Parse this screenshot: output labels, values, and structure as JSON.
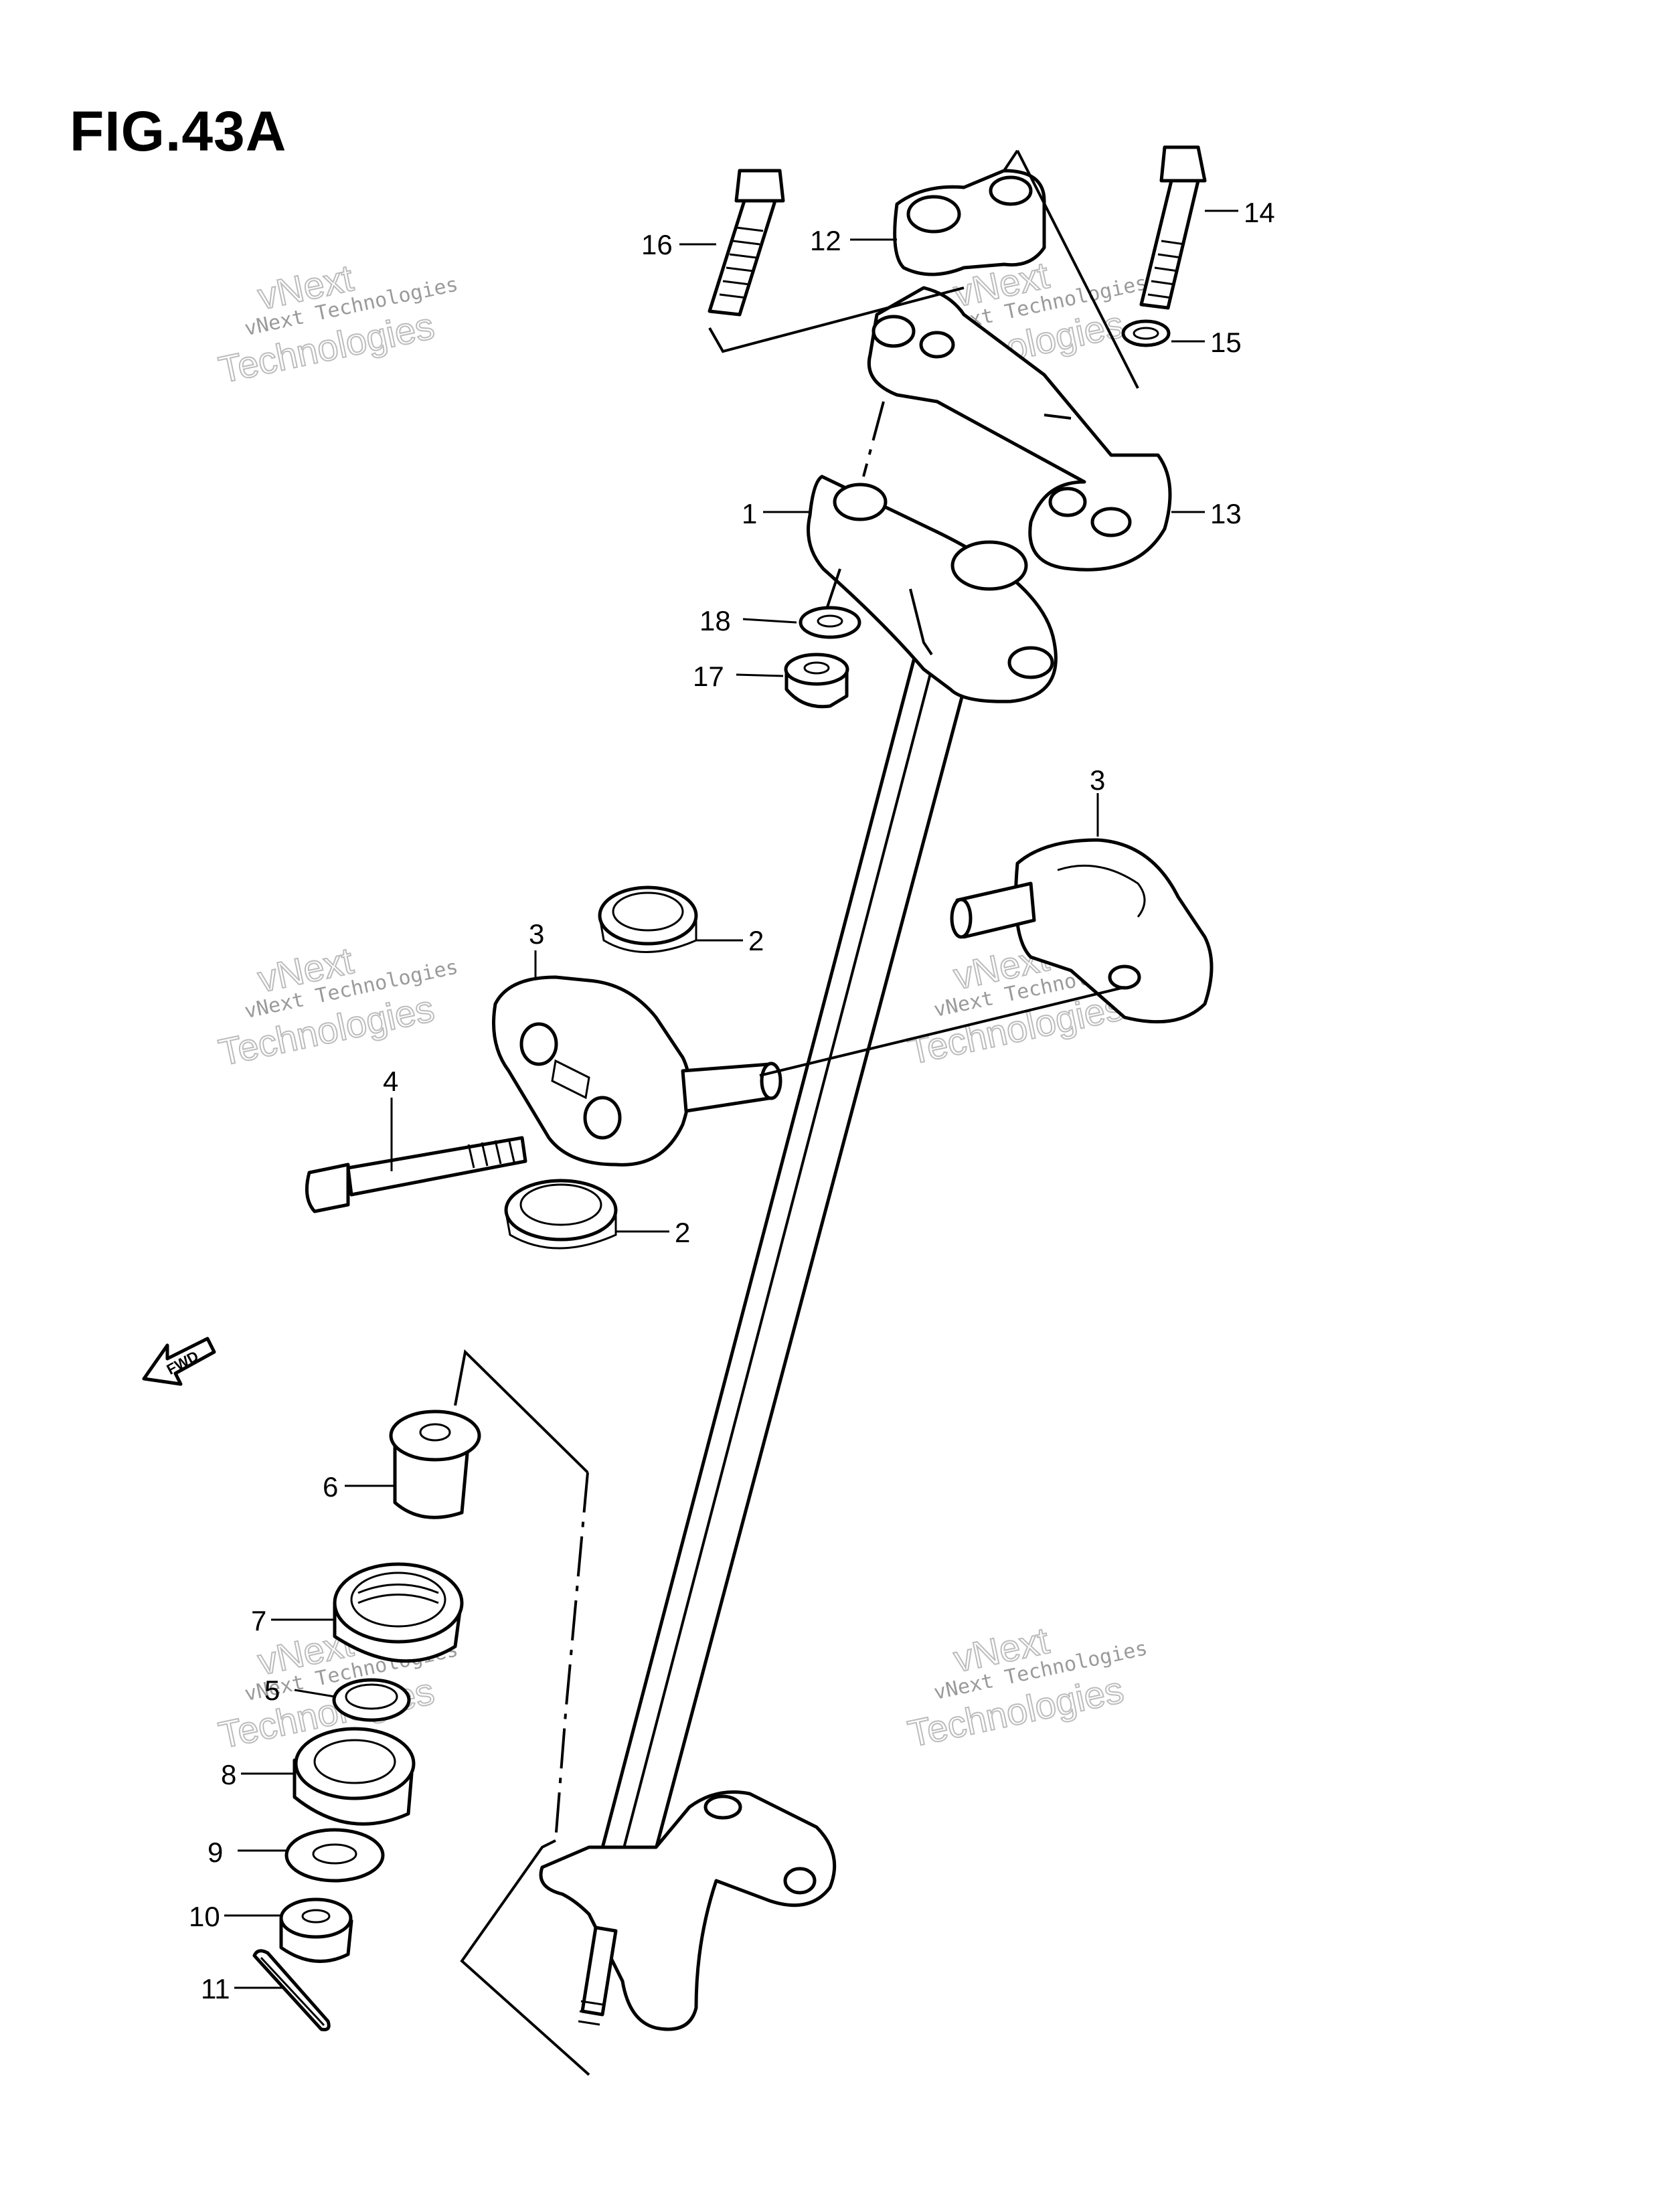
{
  "figure": {
    "title": "FIG.43A"
  },
  "watermark": {
    "line1": "vNext Technologies",
    "line2": "vNext",
    "line3": "Technologies"
  },
  "fwd_label": "FWD",
  "callouts": {
    "c1": "1",
    "c2a": "2",
    "c2b": "2",
    "c3a": "3",
    "c3b": "3",
    "c4": "4",
    "c5": "5",
    "c6": "6",
    "c7": "7",
    "c8": "8",
    "c9": "9",
    "c10": "10",
    "c11": "11",
    "c12": "12",
    "c13": "13",
    "c14": "14",
    "c15": "15",
    "c16": "16",
    "c17": "17",
    "c18": "18"
  }
}
